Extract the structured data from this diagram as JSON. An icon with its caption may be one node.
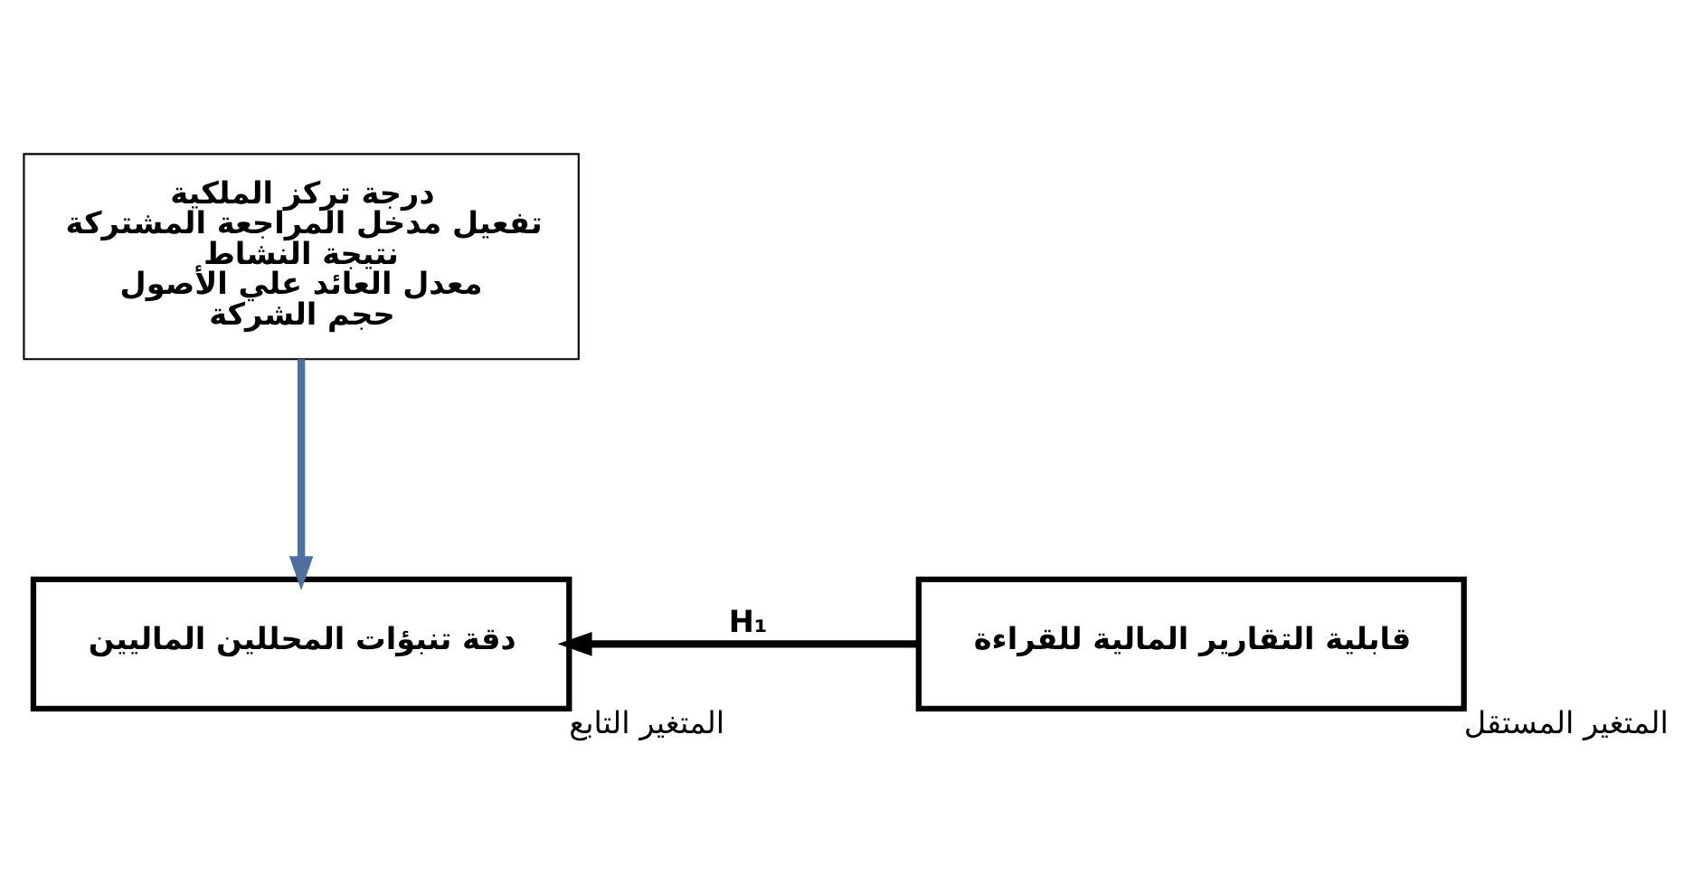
{
  "diagram": {
    "nodes": [
      {
        "text": [
          "درجة تركز الملكية",
          "تفعيل مدخل المراجعة المشتركة",
          "نتيجة النشاط",
          "معدل العائد علي الأصول",
          "حجم الشركة"
        ]
      },
      {
        "text": [
          "دقة تنبؤات المحللين الماليين"
        ],
        "beside": [
          "المتغير التابع"
        ]
      },
      {
        "text": [
          "قابلية التقارير المالية للقراءة"
        ],
        "beside": [
          "المتغير المستقل"
        ]
      }
    ],
    "edges": [
      {
        "from": 0,
        "to": 1,
        "arrow": "to",
        "color": "#4f6fa0"
      },
      {
        "from": 2,
        "to": 1,
        "arrow": "to",
        "color": "#000000",
        "label": "H₁"
      }
    ]
  }
}
